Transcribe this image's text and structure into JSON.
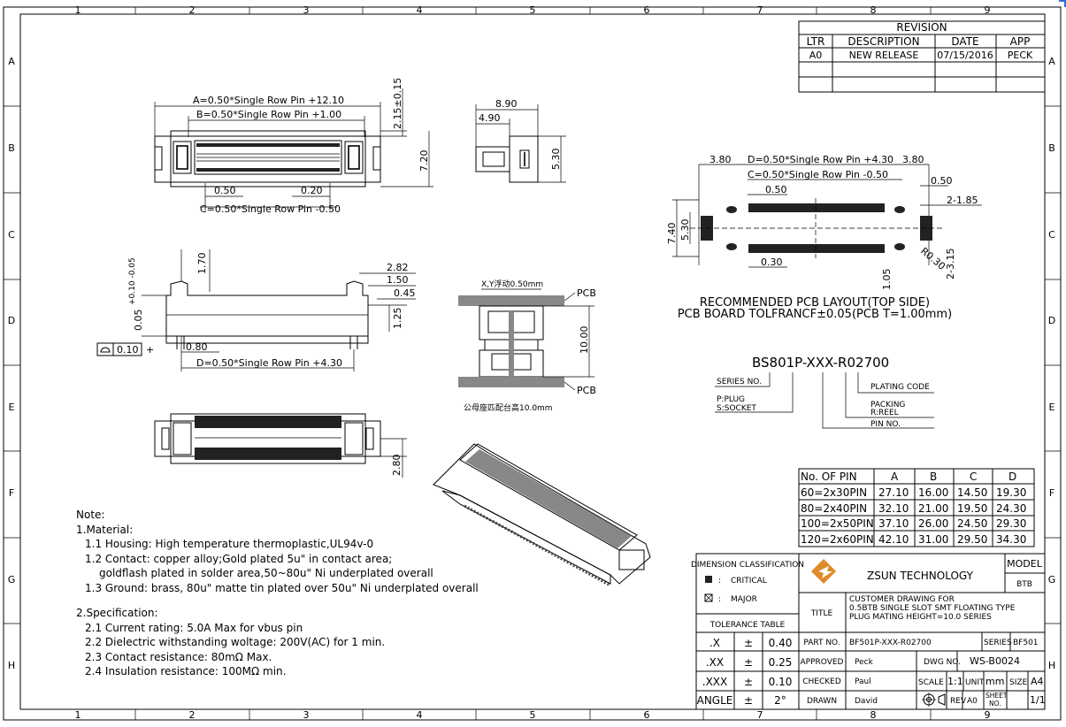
{
  "border": {
    "cols": [
      "1",
      "2",
      "3",
      "4",
      "5",
      "6",
      "7",
      "8",
      "9"
    ],
    "rows": [
      "A",
      "B",
      "C",
      "D",
      "E",
      "F",
      "G",
      "H"
    ]
  },
  "revision": {
    "title": "REVISION",
    "headers": [
      "LTR",
      "DESCRIPTION",
      "DATE",
      "APP"
    ],
    "row": [
      "A0",
      "NEW RELEASE",
      "07/15/2016",
      "PECK"
    ]
  },
  "top_view": {
    "dim_a": "A=0.50*Single Row Pin +12.10",
    "dim_b": "B=0.50*Single Row Pin +1.00",
    "dim_c": "C=0.50*Single Row Pin -0.50",
    "dim_050": "0.50",
    "dim_020": "0.20",
    "dim_215": "2.15±0.15",
    "dim_720": "7.20"
  },
  "end_view": {
    "dim_890": "8.90",
    "dim_490": "4.90",
    "dim_530": "5.30"
  },
  "side_view": {
    "dim_170": "1.70",
    "dim_282": "2.82",
    "dim_150": "1.50",
    "dim_045": "0.45",
    "dim_125": "1.25",
    "dim_005": "0.05",
    "dim_005_tol": "+0.10 -0.05",
    "dim_080": "0.80",
    "dim_d": "D=0.50*Single Row Pin +4.30",
    "flatness": "0.10"
  },
  "mating": {
    "float": "X,Y浮动0.50mm",
    "pcb_top": "PCB",
    "pcb_bottom": "PCB",
    "height": "10.00",
    "caption": "公母座匹配台高10.0mm"
  },
  "bottom_view": {
    "dim_280": "2.80"
  },
  "pcb_layout": {
    "dim_380a": "3.80",
    "dim_380b": "3.80",
    "dim_d": "D=0.50*Single Row Pin +4.30",
    "dim_c": "C=0.50*Single Row Pin -0.50",
    "dim_050a": "0.50",
    "dim_050b": "0.50",
    "dim_2185": "2-1.85",
    "dim_740": "7.40",
    "dim_530": "5.30",
    "dim_030": "0.30",
    "dim_105": "1.05",
    "dim_r030": "R0.30",
    "dim_2315": "2-3.15",
    "caption1": "RECOMMENDED PCB LAYOUT(TOP SIDE)",
    "caption2": "PCB BOARD TOLFRANCF±0.05(PCB T=1.00mm)"
  },
  "part_number": {
    "code": "BS801P-XXX-R02700",
    "series_no": "SERIES NO.",
    "plug": "P:PLUG",
    "socket": "S:SOCKET",
    "plating": "PLATING CODE",
    "packing": "PACKING",
    "reel": "R:REEL",
    "pin_no": "PIN NO."
  },
  "pin_table": {
    "headers": [
      "No. OF PIN",
      "A",
      "B",
      "C",
      "D"
    ],
    "rows": [
      [
        "60=2x30PIN",
        "27.10",
        "16.00",
        "14.50",
        "19.30"
      ],
      [
        "80=2x40PIN",
        "32.10",
        "21.00",
        "19.50",
        "24.30"
      ],
      [
        "100=2x50PIN",
        "37.10",
        "26.00",
        "24.50",
        "29.30"
      ],
      [
        "120=2x60PIN",
        "42.10",
        "31.00",
        "29.50",
        "34.30"
      ]
    ]
  },
  "notes": {
    "title": "Note:",
    "material": "1.Material:",
    "m1": "1.1  Housing: High temperature thermoplastic,UL94v-0",
    "m2": "1.2  Contact: copper alloy;Gold plated 5u\" in contact area;",
    "m2b": "goldflash plated in solder area,50~80u\" Ni underplated overall",
    "m3": "1.3  Ground: brass, 80u\" matte tin plated over 50u\" Ni underplated overall",
    "spec": "2.Specification:",
    "s1": "2.1  Current rating: 5.0A Max for vbus pin",
    "s2": "2.2  Dielectric withstanding woltage: 200V(AC) for 1 min.",
    "s3": "2.3  Contact resistance: 80mΩ Max.",
    "s4": "2.4  Insulation resistance: 100MΩ min."
  },
  "title_block": {
    "dim_class": "DIMENSION CLASSIFICATION",
    "critical": "CRITICAL",
    "major": "MAJOR",
    "tol_table": "TOLERANCE TABLE",
    "tol": [
      [
        ".X",
        "±",
        "0.40"
      ],
      [
        ".XX",
        "±",
        "0.25"
      ],
      [
        ".XXX",
        "±",
        "0.10"
      ],
      [
        "ANGLE",
        "±",
        "2°"
      ]
    ],
    "company": "ZSUN TECHNOLOGY",
    "model_label": "MODEL",
    "model": "BTB",
    "title_label": "TITLE",
    "title1": "CUSTOMER DRAWING FOR",
    "title2": "0.5BTB SINGLE SLOT SMT FLOATING TYPE",
    "title3": "PLUG MATING HEIGHT=10.0 SERIES",
    "part_no_label": "PART NO.",
    "part_no": "BF501P-XXX-R02700",
    "series_label": "SERIES",
    "series": "BF501",
    "approved_label": "APPROVED",
    "approved": "Peck",
    "dwg_label": "DWG NO.",
    "dwg": "WS-B0024",
    "checked_label": "CHECKED",
    "checked": "Paul",
    "scale_label": "SCALE",
    "scale": "1:1",
    "unit_label": "UNIT",
    "unit": "mm",
    "size_label": "SIZE",
    "size": "A4",
    "drawn_label": "DRAWN",
    "drawn": "David",
    "rev_label": "REV",
    "rev": "A0",
    "sheet_label1": "SHEET",
    "sheet_label2": "NO.",
    "sheet": "1/1"
  }
}
